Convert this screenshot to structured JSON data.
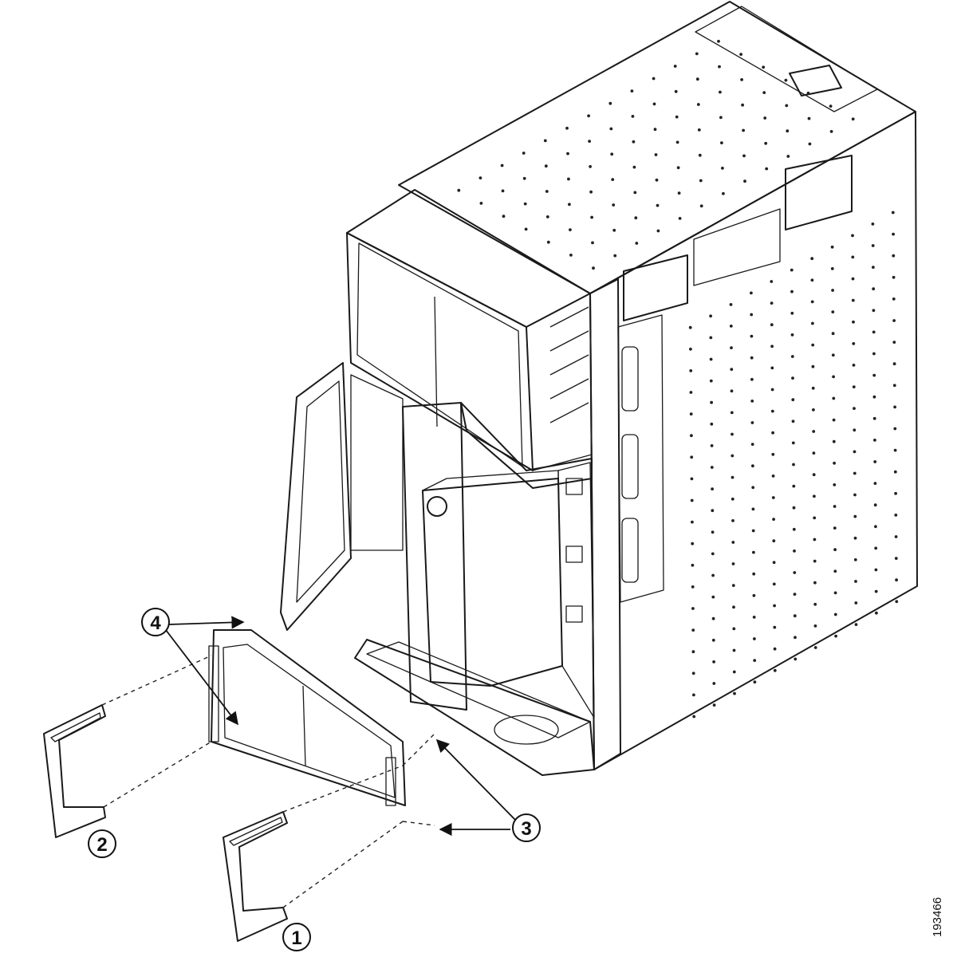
{
  "figure": {
    "figure_id": "193466",
    "callouts": [
      {
        "number": "1"
      },
      {
        "number": "2"
      },
      {
        "number": "3"
      },
      {
        "number": "4"
      }
    ],
    "colors": {
      "line": "#1a1a1a",
      "panel": "#f2f2f2",
      "rail": "#b8b8b8",
      "background": "#ffffff"
    }
  }
}
